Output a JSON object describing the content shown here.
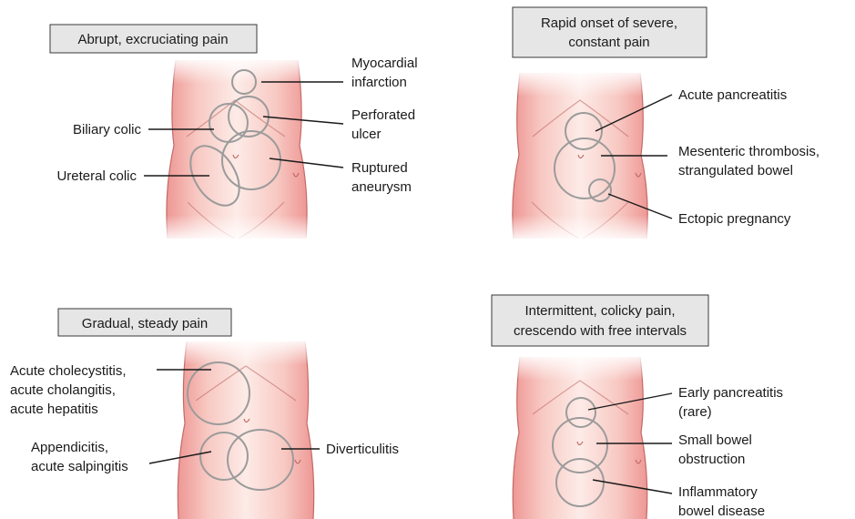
{
  "panels": [
    {
      "title": [
        "Abrupt, excruciating pain"
      ],
      "labels": {
        "myocardial": [
          "Myocardial",
          "infarction"
        ],
        "biliary": [
          "Biliary colic"
        ],
        "perforated": [
          "Perforated",
          "ulcer"
        ],
        "ureteral": [
          "Ureteral colic"
        ],
        "ruptured": [
          "Ruptured",
          "aneurysm"
        ]
      }
    },
    {
      "title": [
        "Rapid onset of severe,",
        "constant pain"
      ],
      "labels": {
        "pancreatitis": [
          "Acute pancreatitis"
        ],
        "mesenteric": [
          "Mesenteric thrombosis,",
          "strangulated bowel"
        ],
        "ectopic": [
          "Ectopic pregnancy"
        ]
      }
    },
    {
      "title": [
        "Gradual, steady pain"
      ],
      "labels": {
        "cholecystitis": [
          "Acute cholecystitis,",
          "acute cholangitis,",
          "acute hepatitis"
        ],
        "appendicitis": [
          "Appendicitis,",
          "acute salpingitis"
        ],
        "diverticulitis": [
          "Diverticulitis"
        ]
      }
    },
    {
      "title": [
        "Intermittent, colicky pain,",
        "crescendo with free intervals"
      ],
      "labels": {
        "early_pancreatitis": [
          "Early pancreatitis",
          "(rare)"
        ],
        "small_bowel": [
          "Small bowel",
          "obstruction"
        ],
        "ibd": [
          "Inflammatory",
          "bowel disease"
        ]
      }
    }
  ],
  "colors": {
    "skin_edge": "#ef9a98",
    "skin_center": "#fde8e4",
    "circle_stroke": "#9b9b9b",
    "title_box_fill": "#e6e6e6"
  }
}
